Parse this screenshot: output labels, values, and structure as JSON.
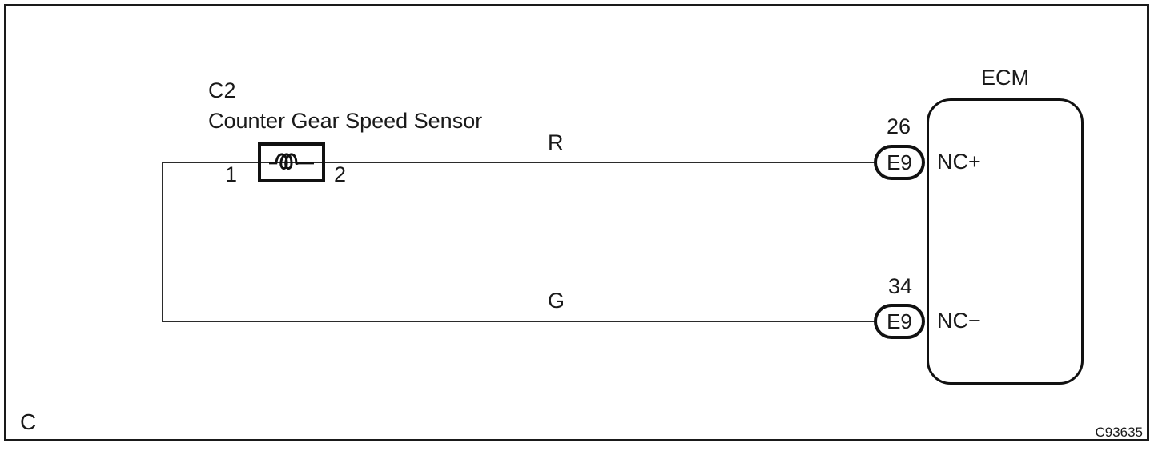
{
  "colors": {
    "ink": "#1a1a1a",
    "background": "#ffffff"
  },
  "sensor": {
    "connector_code": "C2",
    "name": "Counter Gear Speed Sensor",
    "terminal_left": "1",
    "terminal_right": "2"
  },
  "wires": {
    "top_color_code": "R",
    "bottom_color_code": "G"
  },
  "ecm": {
    "title": "ECM",
    "pin_positive": {
      "terminal": "26",
      "connector": "E9",
      "signal": "NC+"
    },
    "pin_negative": {
      "terminal": "34",
      "connector": "E9",
      "signal": "NC−"
    }
  },
  "footer": {
    "figure_label": "C",
    "drawing_number": "C93635"
  }
}
